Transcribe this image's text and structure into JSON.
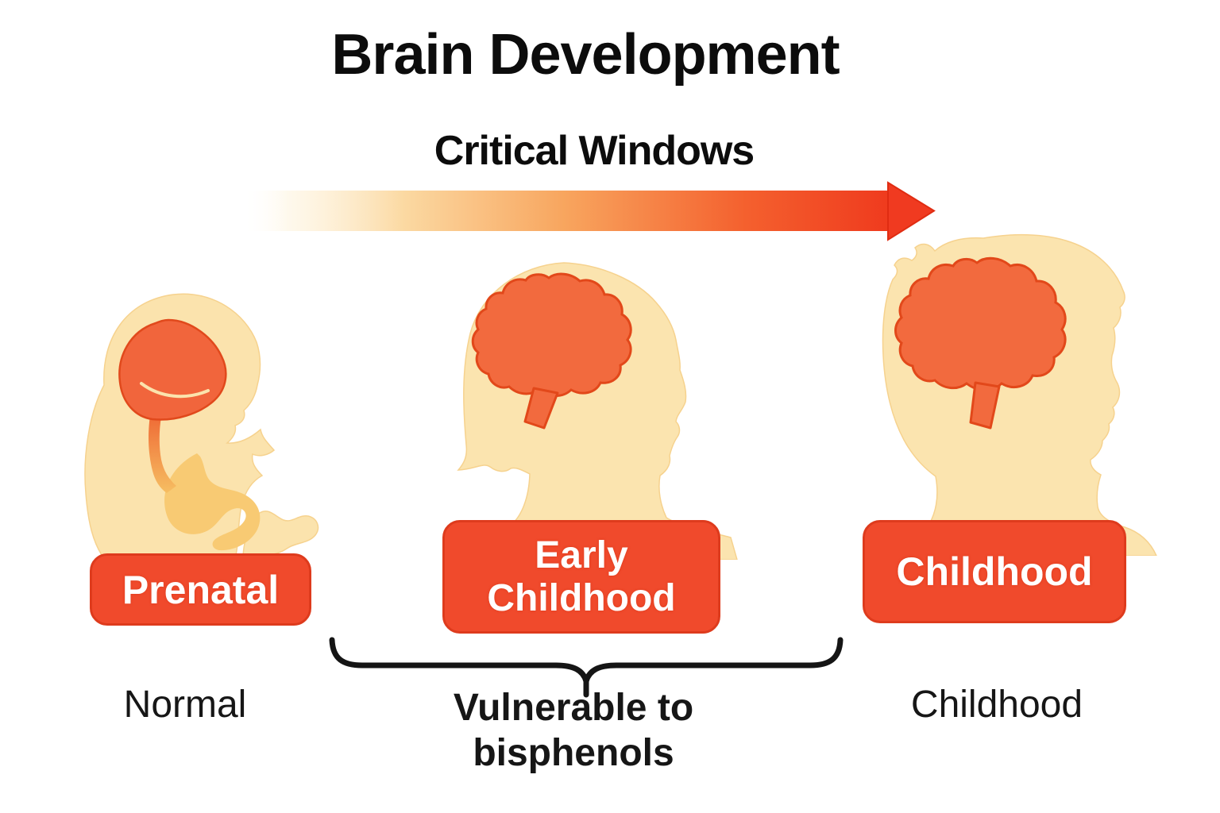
{
  "title": "Brain Development",
  "timeline": {
    "label": "Critical Windows",
    "arrow_icon": "right-arrow-gradient",
    "arrow_colors": {
      "start": "#FFFFFF",
      "mid": "#F8A55E",
      "end": "#EF3B1E"
    }
  },
  "stages": [
    {
      "id": "prenatal",
      "label": "Prenatal",
      "caption": "Normal",
      "figure_icon": "fetus-with-brain-icon"
    },
    {
      "id": "early-childhood",
      "label": "Early Childhood",
      "caption": "",
      "figure_icon": "young-child-head-brain-icon"
    },
    {
      "id": "childhood",
      "label": "Childhood",
      "caption": "Childhood",
      "figure_icon": "older-child-head-brain-icon"
    }
  ],
  "annotation": {
    "text": "Vulnerable to bisphenols",
    "bracket_icon": "curly-brace-horizontal"
  },
  "colors": {
    "label_red": "#F04A2C",
    "label_border": "#DE3B1D",
    "brain_orange": "#F26A3E",
    "brain_outline": "#E2481A",
    "silhouette_cream": "#FBE3AD",
    "fetus_body_gold": "#F8CA73",
    "text_black": "#0C0C0C",
    "background": "#FFFFFF"
  }
}
